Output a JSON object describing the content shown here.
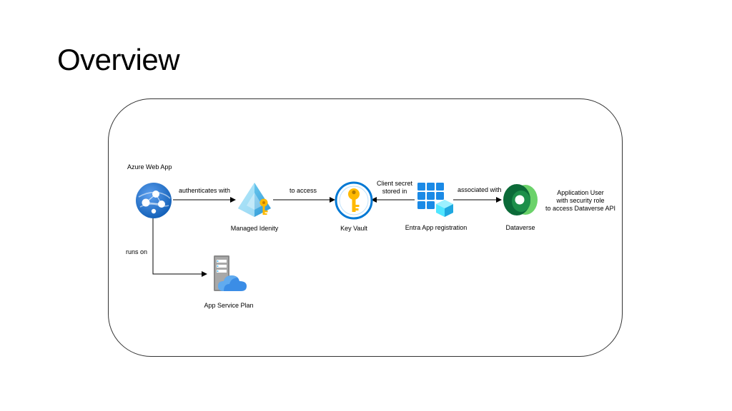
{
  "title": "Overview",
  "nodes": {
    "web_app": "Azure Web App",
    "managed_identity": "Managed Idenity",
    "key_vault": "Key Vault",
    "entra_app": "Entra App  registration",
    "dataverse": "Dataverse",
    "app_service_plan": "App Service Plan"
  },
  "edges": {
    "authenticates_with": "authenticates with",
    "to_access": "to access",
    "client_secret_line1": "Client secret",
    "client_secret_line2": "stored in",
    "associated_with": "associated with",
    "runs_on": "runs on"
  },
  "annotation": {
    "line1": "Application User",
    "line2": "with security role",
    "line3": "to access Dataverse API"
  },
  "colors": {
    "azure_blue": "#0078D4",
    "azure_light": "#50E6FF",
    "key_gold": "#FFB900",
    "dataverse_green": "#0B6A38"
  },
  "icons": [
    "web-app-icon",
    "managed-identity-icon",
    "key-vault-icon",
    "app-registration-icon",
    "dataverse-icon",
    "app-service-plan-icon"
  ]
}
